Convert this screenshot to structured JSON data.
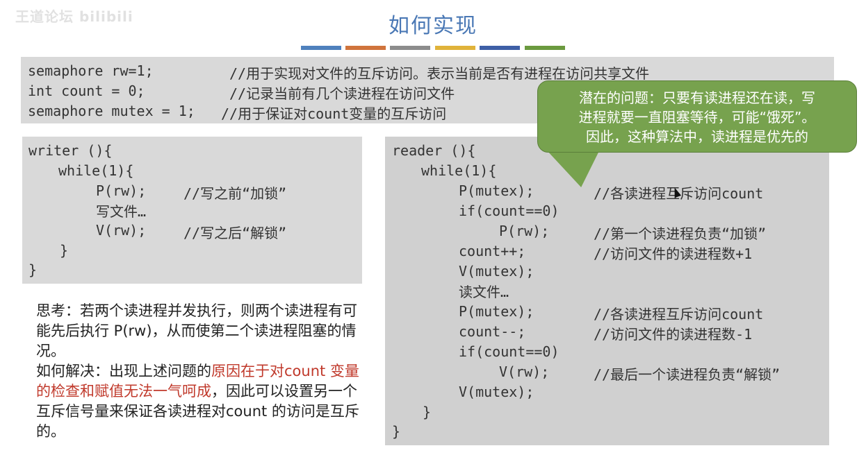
{
  "slide": {
    "watermark": "王道论坛 bilibili",
    "title": "如何实现",
    "color_bars": [
      {
        "color": "#4f81bd"
      },
      {
        "color": "#d0743c"
      },
      {
        "color": "#8c8c8c"
      },
      {
        "color": "#e0b33a"
      },
      {
        "color": "#3e5fa6"
      },
      {
        "color": "#6b9a3f"
      }
    ]
  },
  "declarations": {
    "line1_code": "semaphore rw=1;",
    "line1_comment": "//用于实现对文件的互斥访问。表示当前是否有进程在访问共享文件",
    "line2_code": "int count = 0;",
    "line2_comment": "//记录当前有几个读进程在访问文件",
    "line3_code": "semaphore mutex = 1;",
    "line3_comment": "//用于保证对count变量的互斥访问"
  },
  "writer": {
    "l1": "writer (){",
    "l2": "while(1){",
    "l3_code": "P(rw);",
    "l3_comment": "//写之前“加锁”",
    "l4": "写文件…",
    "l5_code": "V(rw);",
    "l5_comment": "//写之后“解锁”",
    "l6": "}",
    "l7": "}"
  },
  "reader": {
    "l1": "reader (){",
    "l2": "while(1){",
    "l3_code": "P(mutex);",
    "l3_comment": "//各读进程互斥访问count",
    "l4": "if(count==0)",
    "l5_code": "P(rw);",
    "l5_comment": "//第一个读进程负责“加锁”",
    "l6_code": "count++;",
    "l6_comment": "//访问文件的读进程数+1",
    "l7": "V(mutex);",
    "l8": "读文件…",
    "l9_code": "P(mutex);",
    "l9_comment": "//各读进程互斥访问count",
    "l10_code": "count--;",
    "l10_comment": "//访问文件的读进程数-1",
    "l11": "if(count==0)",
    "l12_code": "V(rw);",
    "l12_comment": "//最后一个读进程负责“解锁”",
    "l13": "V(mutex);",
    "l14": "}",
    "l15": "}"
  },
  "thinking": {
    "p1": "思考：若两个读进程并发执行，则两个读进程有可能先后执行 P(rw)，从而使第二个读进程阻塞的情况。",
    "p2_a": "如何解决：出现上述问题的",
    "p2_red": "原因在于对count 变量的检查和赋值无法一气呵成",
    "p2_b": "，因此可以设置另一个互斥信号量来保证各读进程对count 的访问是互斥的。"
  },
  "callout": {
    "line1": "潜在的问题：只要有读进程还在读，写",
    "line2": "进程就要一直阻塞等待，可能“饿死”。",
    "line3": "因此，这种算法中，读进程是优先的"
  }
}
